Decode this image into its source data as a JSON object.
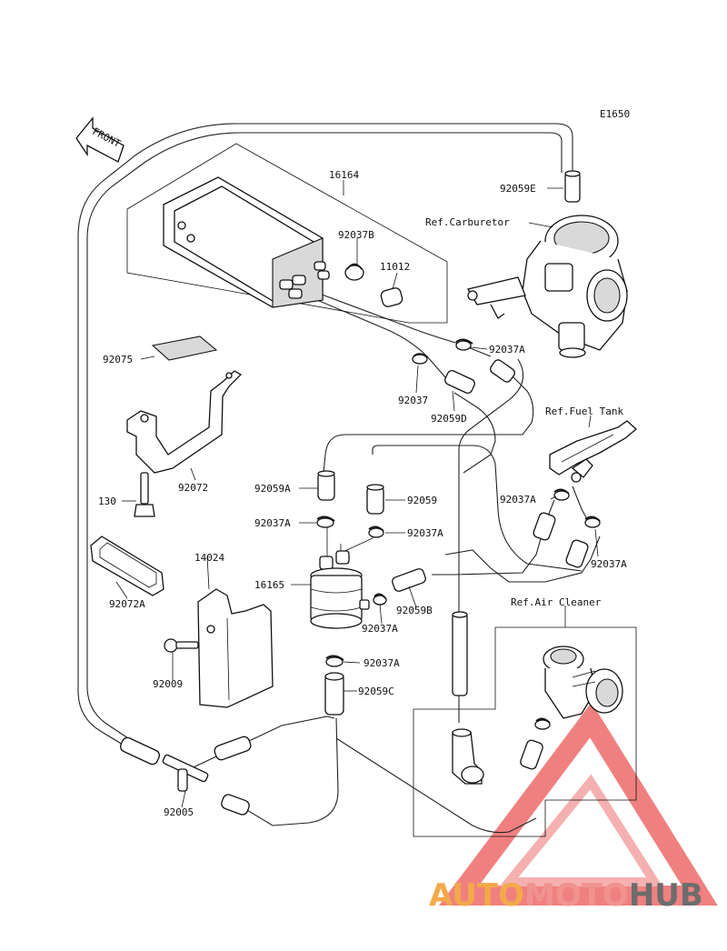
{
  "diagram": {
    "code": "E1650",
    "front_label": "FRONT",
    "refs": {
      "carburetor": "Ref.Carburetor",
      "fuel_tank": "Ref.Fuel Tank",
      "air_cleaner": "Ref.Air Cleaner"
    },
    "parts": {
      "p16164": "16164",
      "p92037B": "92037B",
      "p11012": "11012",
      "p92059E": "92059E",
      "p92037A_top": "92037A",
      "p92075": "92075",
      "p92037": "92037",
      "p92059D": "92059D",
      "p92072": "92072",
      "p130": "130",
      "p92059A": "92059A",
      "p92059": "92059",
      "p92037A_fuel": "92037A",
      "p92037A_l": "92037A",
      "p92037A_r": "92037A",
      "p92037A_mid": "92037A",
      "p92072A": "92072A",
      "p14024": "14024",
      "p16165": "16165",
      "p92059B": "92059B",
      "p92037A_filter": "92037A",
      "p92009": "92009",
      "p92037A_low": "92037A",
      "p92059C": "92059C",
      "p92005": "92005"
    }
  },
  "watermark": {
    "part1": "AUTO",
    "part2": "MOTO",
    "part3": "HUB",
    "color1": "#f3a94a",
    "color2": "#f0938f",
    "color3": "#6d6d6d",
    "triangle_color": "#ee6a6a"
  }
}
